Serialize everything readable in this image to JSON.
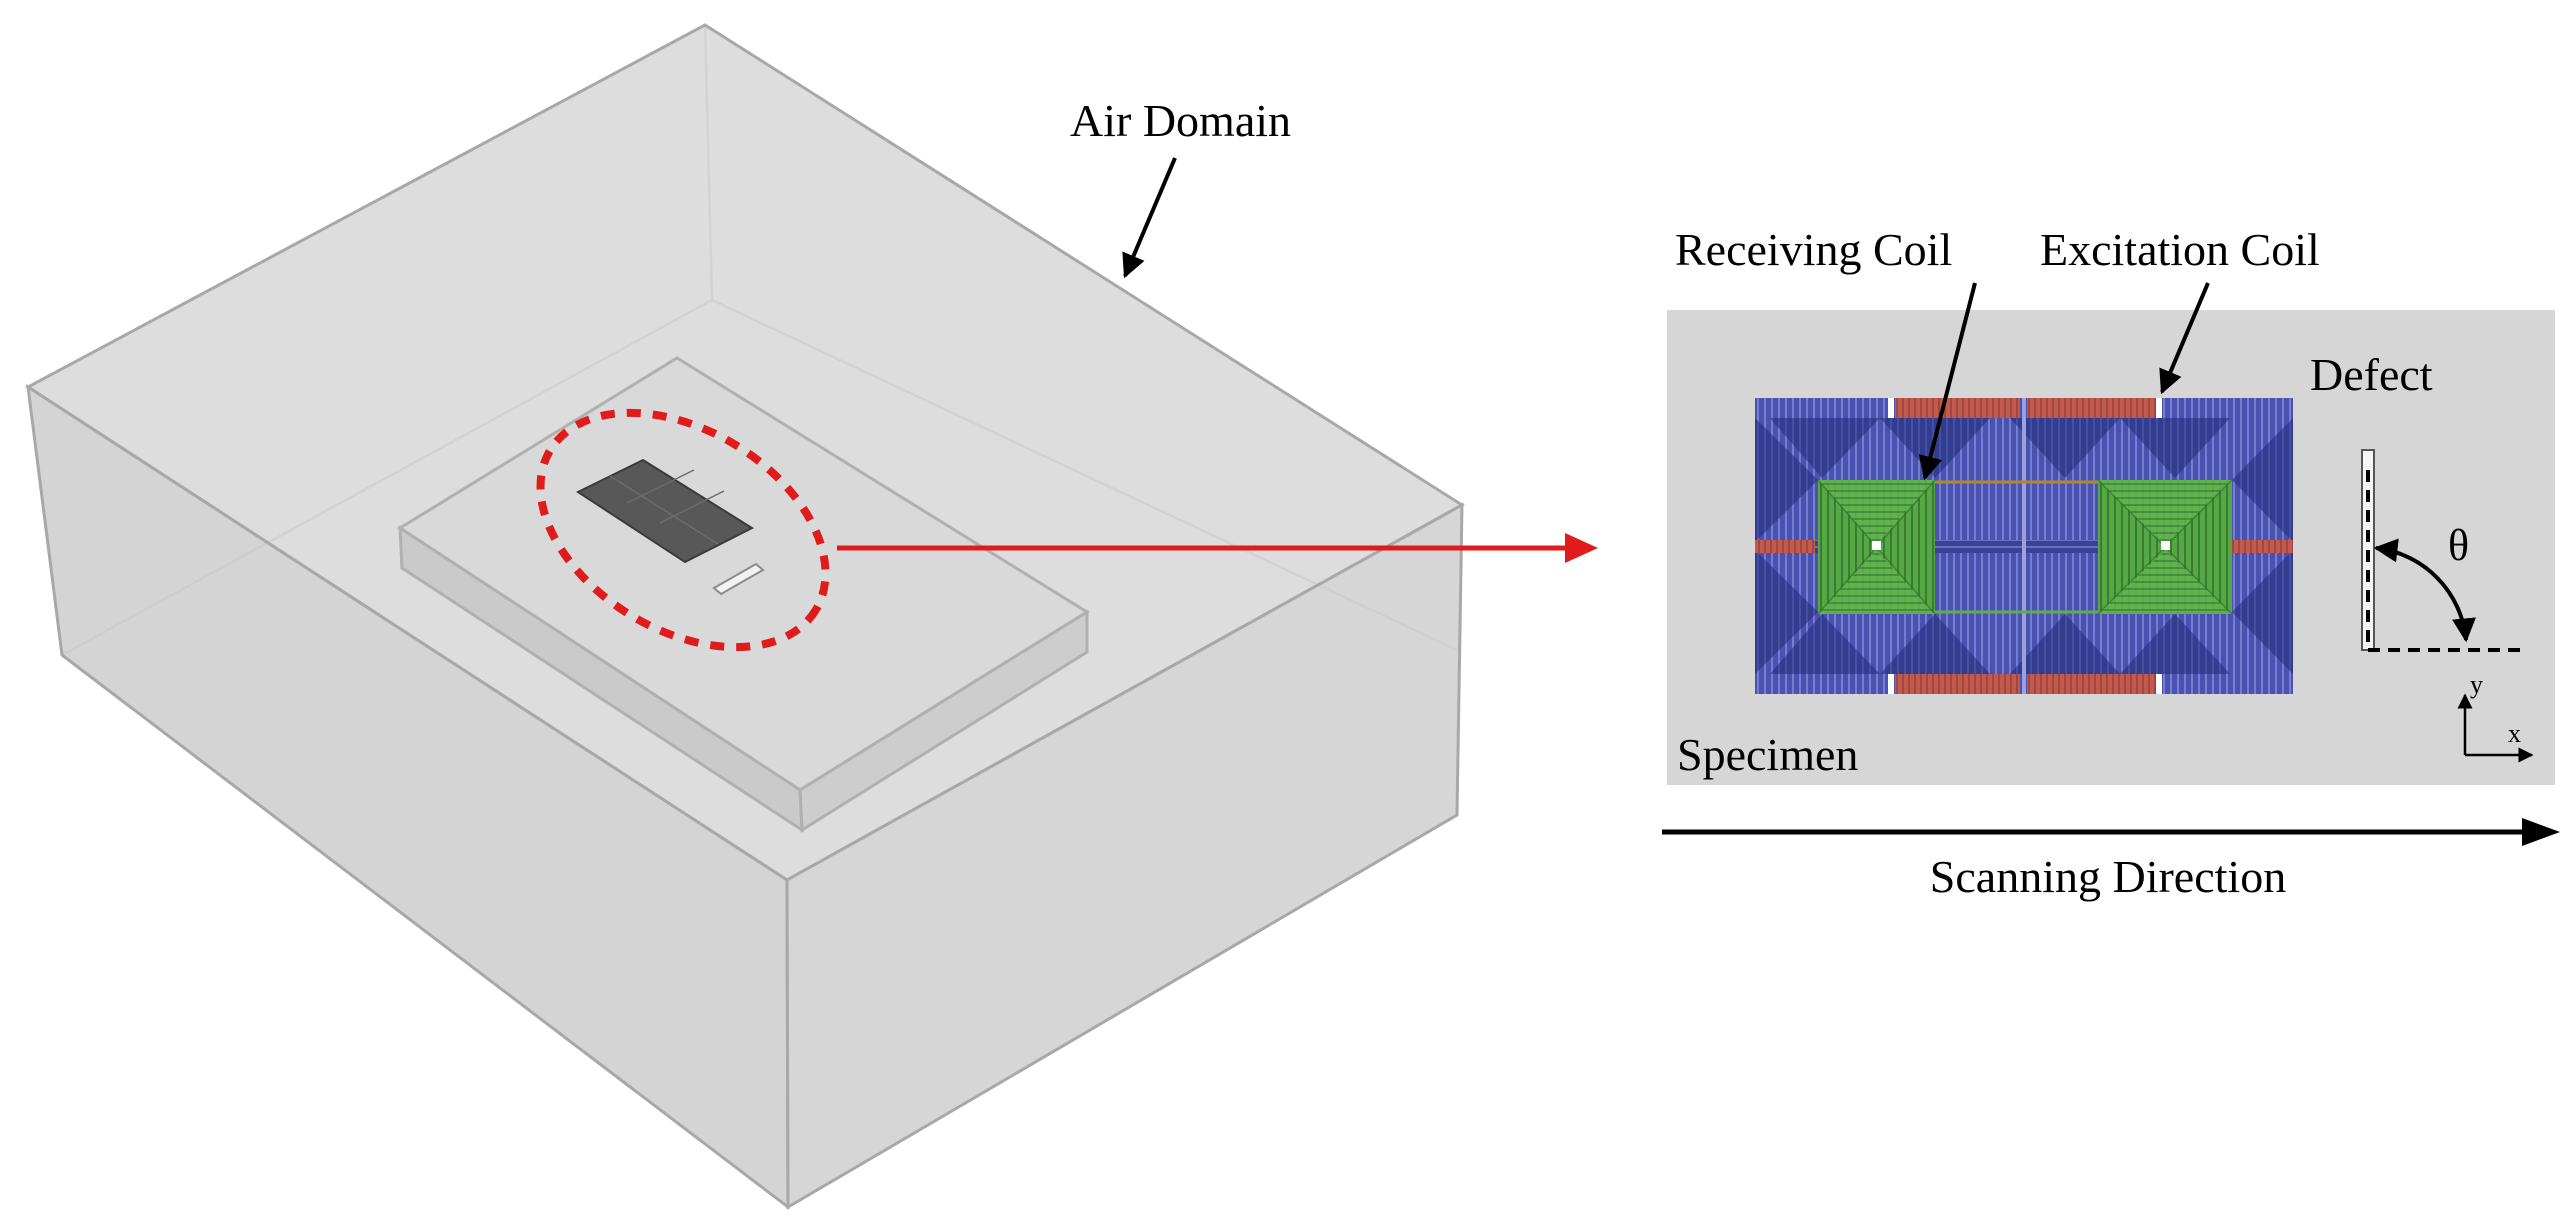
{
  "labels": {
    "air_domain": "Air Domain",
    "receiving_coil": "Receiving Coil",
    "excitation_coil": "Excitation Coil",
    "defect": "Defect",
    "theta": "θ",
    "specimen": "Specimen",
    "scanning_direction": "Scanning Direction",
    "axis_y": "y",
    "axis_x": "x"
  },
  "colors": {
    "coil_blue": "#4a52b0",
    "coil_dark_blue": "#1f2a78",
    "coil_green": "#5bb04a",
    "coil_red": "#c25a4e",
    "highlight_red": "#e11b1b",
    "box_gray": "#d6d6d6",
    "specimen_gray": "#d5d5d5"
  }
}
